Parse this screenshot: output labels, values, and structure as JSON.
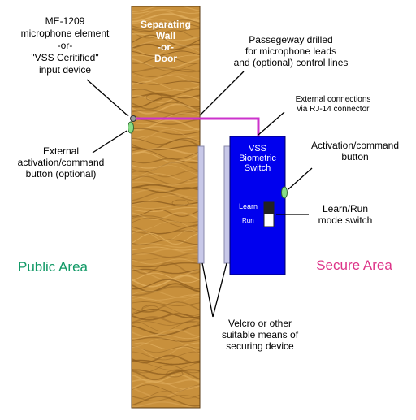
{
  "labels": {
    "mic_line1": "ME-1209",
    "mic_line2": "microphone element",
    "mic_line3": "-or-",
    "mic_line4": "\"VSS Ceritified\"",
    "mic_line5": "input device",
    "wall_line1": "Separating",
    "wall_line2": "Wall",
    "wall_line3": "-or-",
    "wall_line4": "Door",
    "passage_line1": "Passegeway drilled",
    "passage_line2": "for microphone leads",
    "passage_line3": "and (optional) control lines",
    "extconn_line1": "External connections",
    "extconn_line2": "via RJ-14 connector",
    "extbtn_line1": "External",
    "extbtn_line2": "activation/command",
    "extbtn_line3": "button (optional)",
    "switch_line1": "VSS",
    "switch_line2": "Biometric",
    "switch_line3": "Switch",
    "learn": "Learn",
    "run": "Run",
    "actbtn_line1": "Activation/command",
    "actbtn_line2": "button",
    "mode_line1": "Learn/Run",
    "mode_line2": "mode switch",
    "public_area": "Public Area",
    "secure_area": "Secure Area",
    "velcro_line1": "Velcro or other",
    "velcro_line2": "suitable means of",
    "velcro_line3": "securing device"
  },
  "colors": {
    "wood_base": "#c8903c",
    "wood_grain_dark": "#8a5a1c",
    "wood_grain_light": "#e2b060",
    "switch_blue": "#0000ee",
    "wire_magenta": "#cc33cc",
    "button_green": "#88dd88",
    "public_green": "#119966",
    "secure_pink": "#dd3388",
    "pad_lavender": "#c8c8e8"
  }
}
